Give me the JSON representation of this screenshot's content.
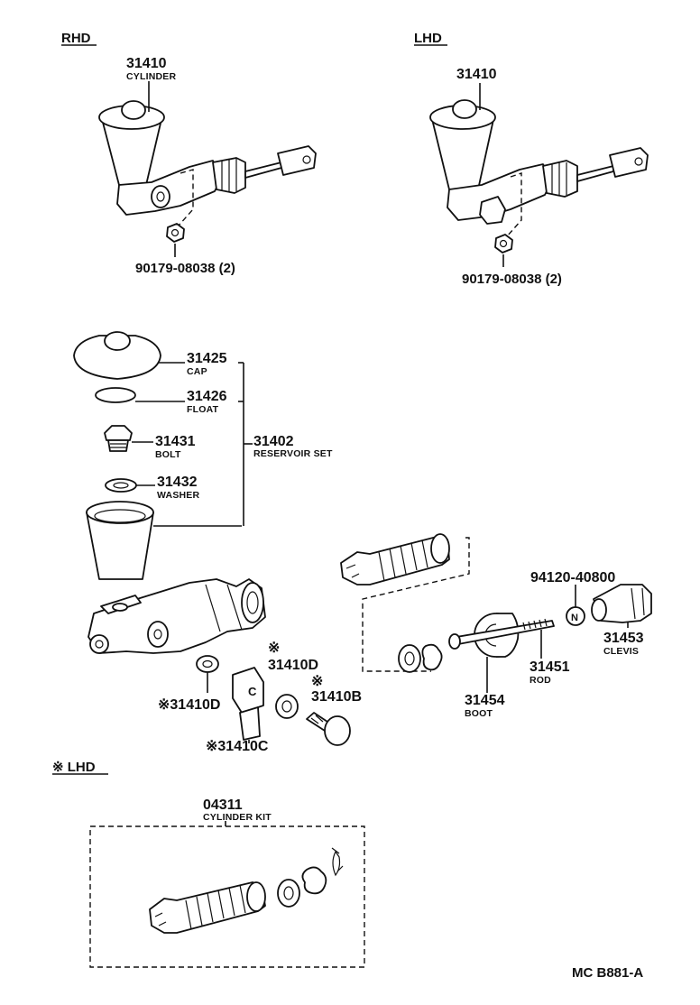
{
  "sections": {
    "rhd": "RHD",
    "lhd": "LHD",
    "lhd_marked": "※ LHD"
  },
  "parts": {
    "cyl_rhd_no": "31410",
    "cyl_rhd_name": "CYLINDER",
    "nut_rhd": "90179-08038 (2)",
    "cyl_lhd_no": "31410",
    "nut_lhd": "90179-08038 (2)",
    "cap_no": "31425",
    "cap_name": "CAP",
    "float_no": "31426",
    "float_name": "FLOAT",
    "bolt_no": "31431",
    "bolt_name": "BOLT",
    "washer_no": "31432",
    "washer_name": "WASHER",
    "reservoir_no": "31402",
    "reservoir_name": "RESERVOIR SET",
    "p31410d_a": "※31410D",
    "p31410d_b_mark": "※",
    "p31410d_b": "31410D",
    "p31410b_mark": "※",
    "p31410b": "31410B",
    "p31410c": "※31410C",
    "n94120": "94120-40800",
    "clevis_no": "31453",
    "clevis_name": "CLEVIS",
    "rod_no": "31451",
    "rod_name": "ROD",
    "boot_no": "31454",
    "boot_name": "BOOT",
    "kit_no": "04311",
    "kit_name": "CYLINDER KIT"
  },
  "footer": {
    "code": "MC  B881-A"
  },
  "icons": {
    "nut_symbol": "N",
    "connector_symbol": "C"
  }
}
